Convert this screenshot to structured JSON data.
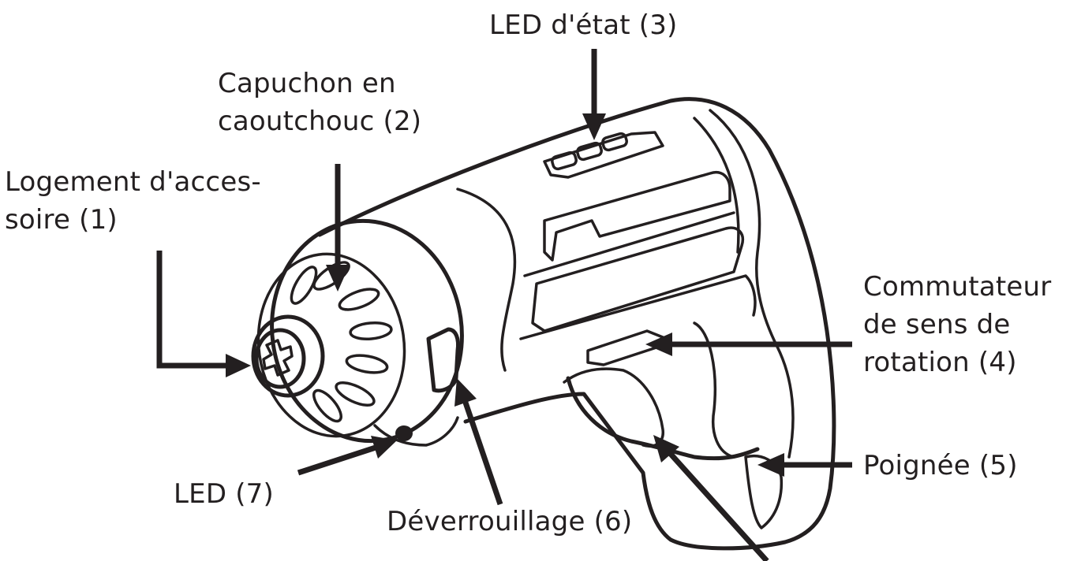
{
  "labels": {
    "accessory": [
      "Logement d'acces-",
      "soire (1)"
    ],
    "rubber_cap": [
      "Capuchon en",
      "caoutchouc (2)"
    ],
    "status_led": "LED d'état (3)",
    "direction_switch": [
      "Commutateur",
      "de sens de",
      "rotation (4)"
    ],
    "handle": "Poignée (5)",
    "unlock": "Déverrouillage (6)",
    "led": "LED (7)"
  },
  "colors": {
    "ink": "#231f20",
    "background": "#ffffff"
  }
}
